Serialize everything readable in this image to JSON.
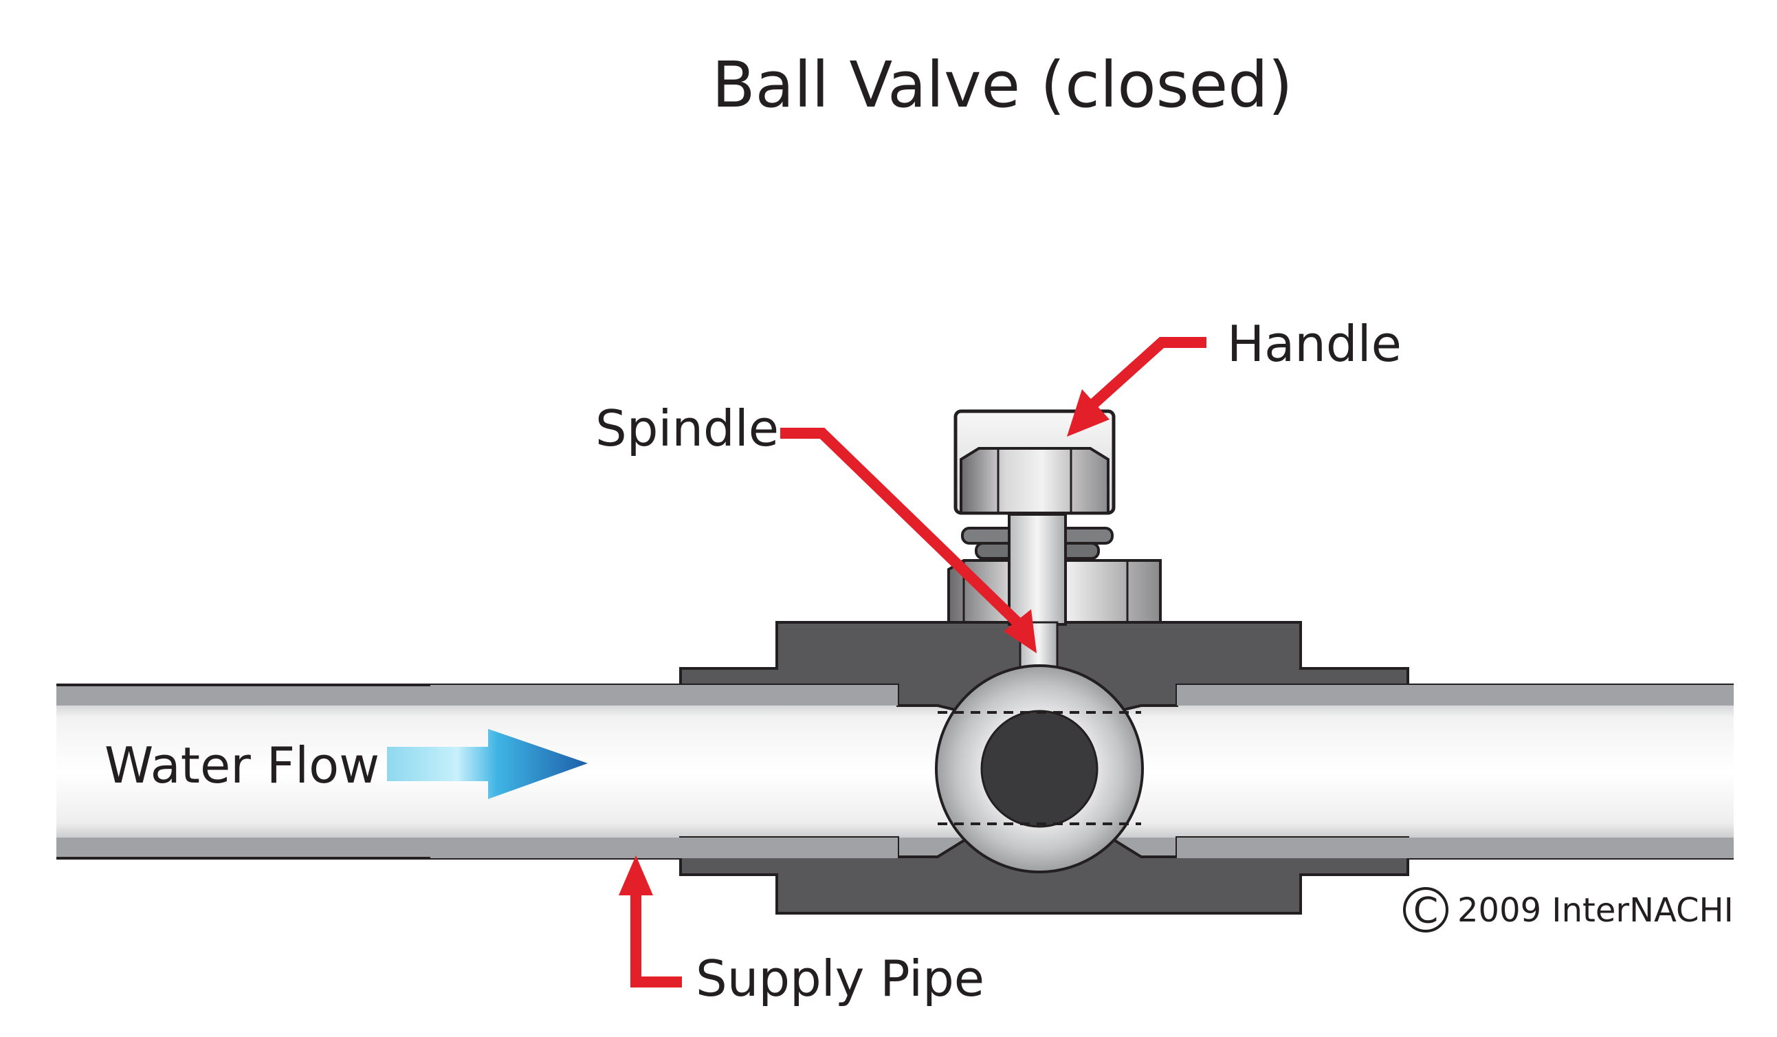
{
  "title": "Ball Valve (closed)",
  "labels": {
    "handle": "Handle",
    "spindle": "Spindle",
    "water_flow": "Water Flow",
    "supply_pipe": "Supply Pipe"
  },
  "copyright": {
    "symbol": "C",
    "text": "2009  InterNACHI"
  },
  "colors": {
    "callout_red": "#e3202a",
    "valve_body": "#58585a",
    "pipe_wall": "#a0a2a5",
    "pipe_bore": "#f4f4f4",
    "ball": "#bfc1c3",
    "ball_port": "#3a3a3c",
    "flow_arrow_start": "#8ed8ef",
    "flow_arrow_end": "#1d5fa8"
  },
  "icons": {
    "flow": "arrow-right-icon",
    "callouts": "leader-arrow-icon"
  }
}
